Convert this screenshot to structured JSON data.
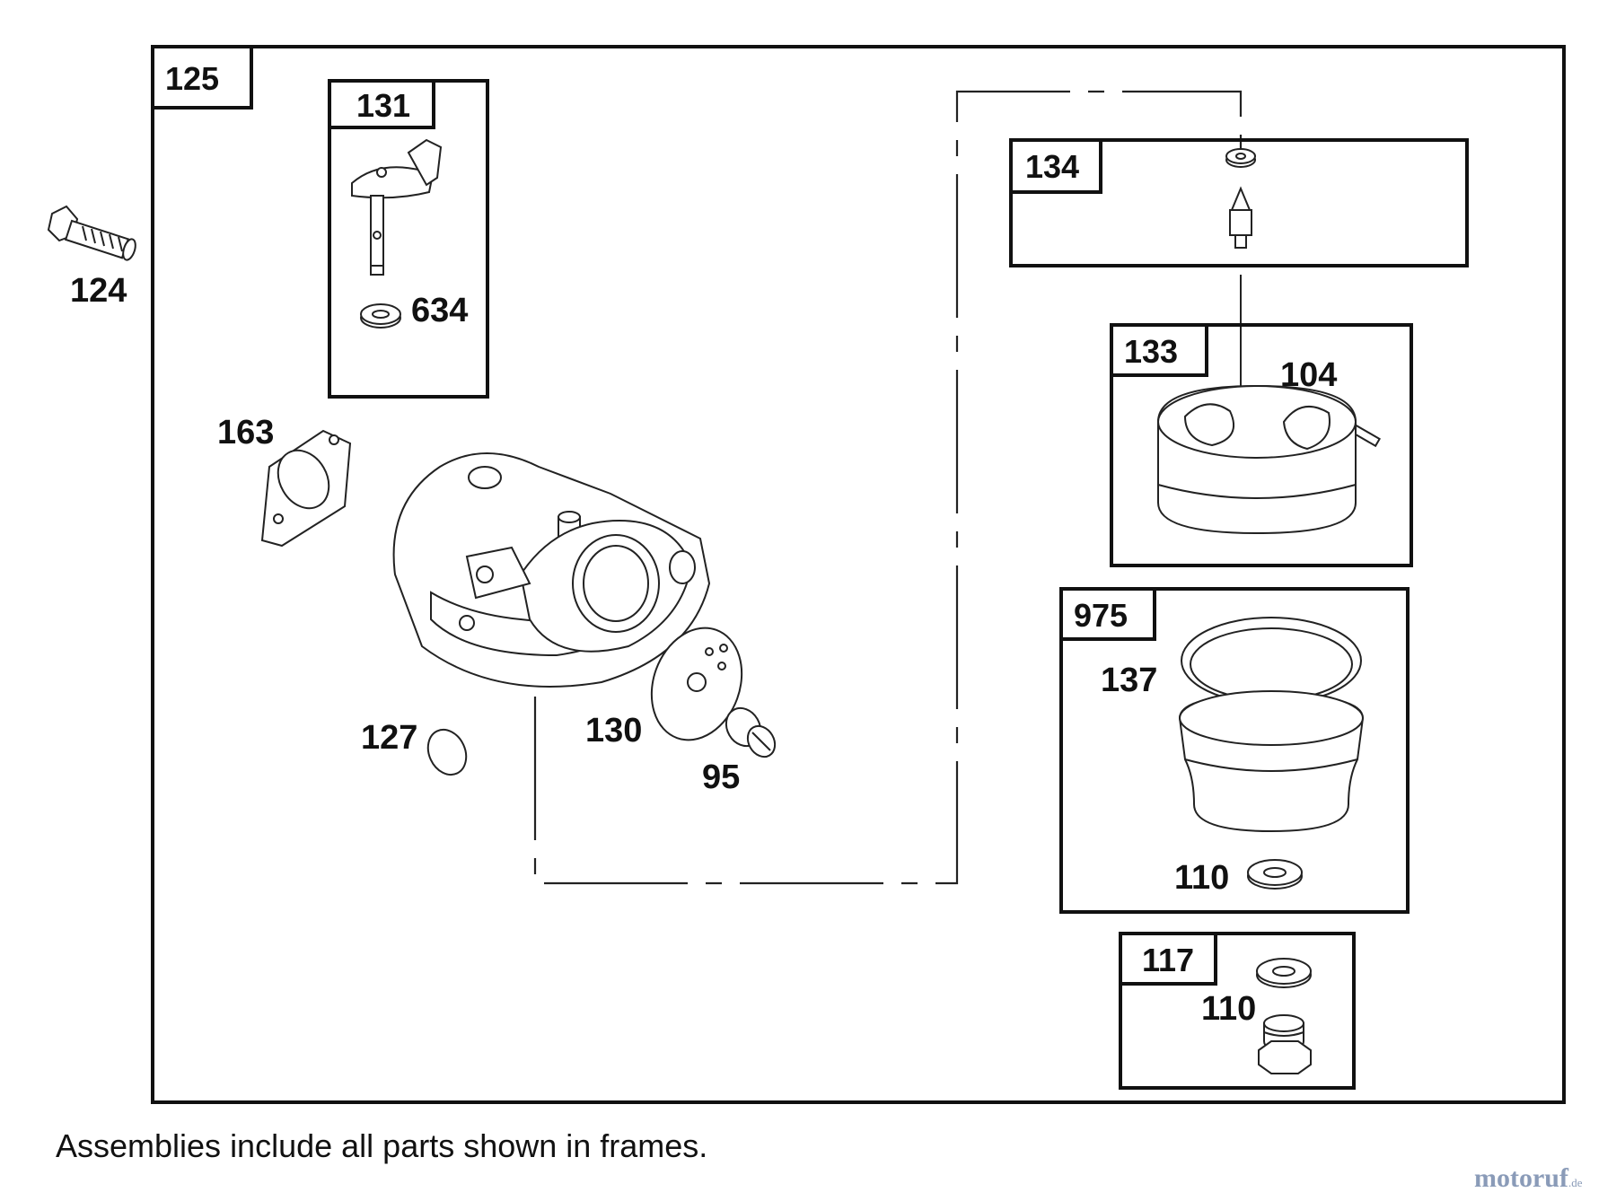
{
  "frames": {
    "f125": "125",
    "f131": "131",
    "f134": "134",
    "f133": "133",
    "f975": "975",
    "f117": "117"
  },
  "parts": {
    "p124": "124",
    "p634": "634",
    "p163": "163",
    "p127": "127",
    "p130": "130",
    "p95": "95",
    "p104": "104",
    "p137": "137",
    "p110a": "110",
    "p110b": "110"
  },
  "caption": "Assemblies include all parts shown in frames.",
  "watermark": {
    "name": "motoruf",
    "tld": ".de"
  }
}
